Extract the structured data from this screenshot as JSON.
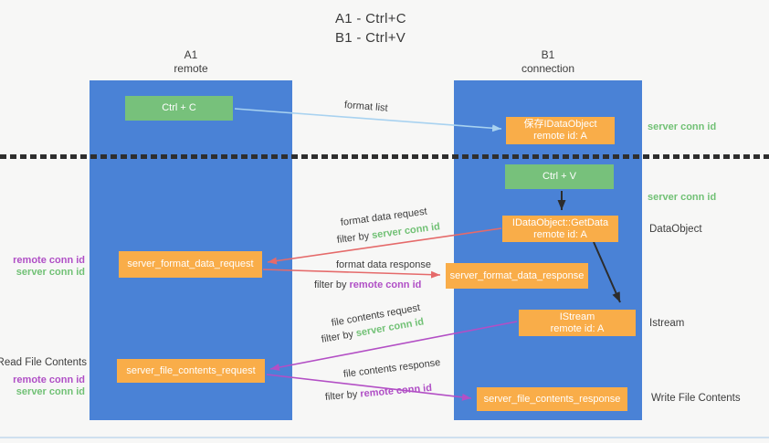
{
  "title": {
    "line1": "A1 - Ctrl+C",
    "line2": "B1 - Ctrl+V"
  },
  "columns": {
    "a1": {
      "name": "A1",
      "subtitle": "remote"
    },
    "b1": {
      "name": "B1",
      "subtitle": "connection"
    }
  },
  "nodes": {
    "ctrl_c": "Ctrl + C",
    "save_idataobject_line1": "保存IDataObject",
    "save_idataobject_line2": "remote id: A",
    "ctrl_v": "Ctrl + V",
    "getdata_line1": "IDataObject::GetData",
    "getdata_line2": "remote id: A",
    "format_request": "server_format_data_request",
    "format_response": "server_format_data_response",
    "istream_line1": "IStream",
    "istream_line2": "remote id: A",
    "file_request": "server_file_contents_request",
    "file_response": "server_file_contents_response"
  },
  "arrow_labels": {
    "format_list": "format list",
    "format_data_request": "format data request",
    "format_req_filter_prefix": "filter by ",
    "format_req_filter_key": "server conn id",
    "format_data_response": "format data response",
    "format_resp_filter_prefix": "filter by ",
    "format_resp_filter_key": "remote conn id",
    "file_contents_request": "file contents request",
    "file_req_filter_prefix": "filter by ",
    "file_req_filter_key": "server conn id",
    "file_contents_response": "file contents response",
    "file_resp_filter_prefix": "filter by ",
    "file_resp_filter_key": "remote conn id"
  },
  "side_labels": {
    "right_server_conn_id_top": "server conn id",
    "right_server_conn_id_mid": "server conn id",
    "dataobject": "DataObject",
    "istream": "Istream",
    "write_file_contents": "Write File Contents",
    "left_remote_conn_id_top": "remote conn id",
    "left_server_conn_id_top": "server conn id",
    "read_file_contents": "Read File Contents",
    "left_remote_conn_id_bottom": "remote conn id",
    "left_server_conn_id_bottom": "server conn id"
  },
  "colors": {
    "lane_blue": "#4a82d6",
    "node_green": "#77c17b",
    "node_orange": "#f9ad49",
    "arrow_light_blue": "#a8d2f0",
    "arrow_black": "#2c2c2c",
    "arrow_red": "#e56a6a",
    "arrow_purple": "#b34fc5",
    "text_green": "#71c175",
    "text_purple": "#b04fc6",
    "background": "#f7f7f6"
  }
}
